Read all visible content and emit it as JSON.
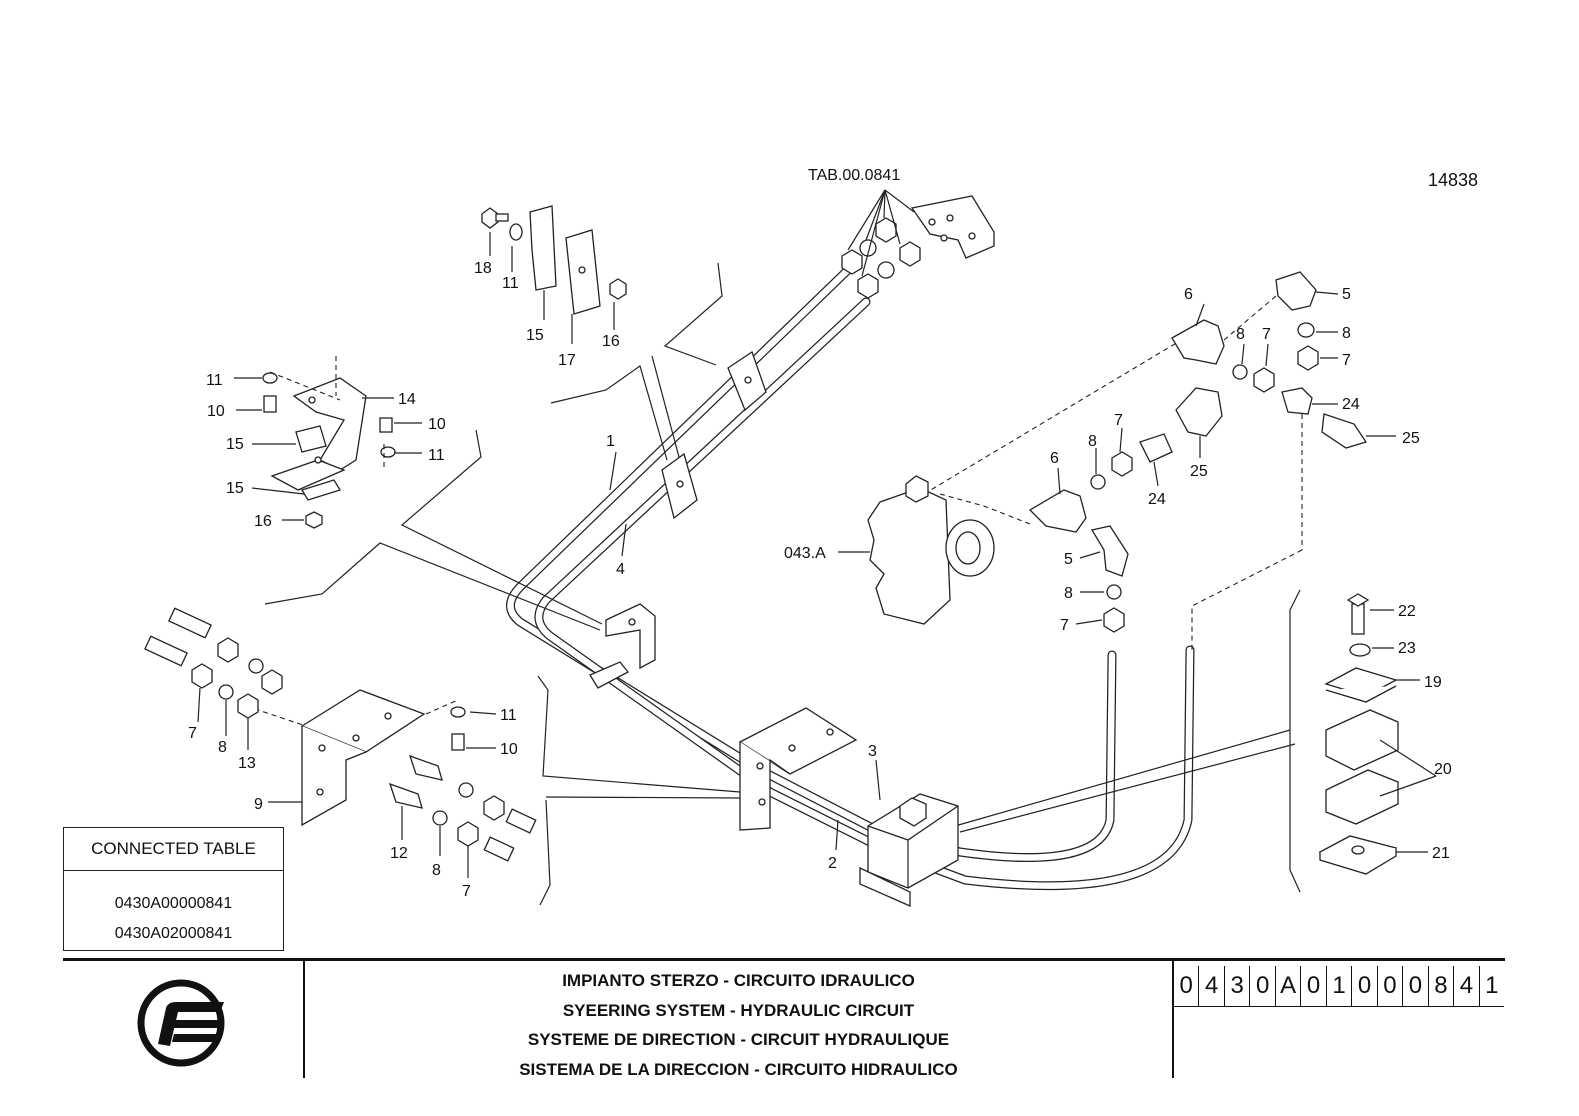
{
  "drawing_number": "14838",
  "callouts": [
    "TAB.00.0841",
    "18",
    "11",
    "15",
    "17",
    "16",
    "11",
    "14",
    "10",
    "10",
    "15",
    "11",
    "15",
    "16",
    "1",
    "4",
    "6",
    "5",
    "8",
    "7",
    "8",
    "7",
    "24",
    "25",
    "7",
    "8",
    "6",
    "25",
    "24",
    "043.A",
    "5",
    "8",
    "7",
    "3",
    "2",
    "7",
    "8",
    "13",
    "9",
    "11",
    "10",
    "12",
    "8",
    "7",
    "22",
    "23",
    "19",
    "20",
    "21"
  ],
  "connected_table": {
    "header": "CONNECTED TABLE",
    "codes": [
      "0430A00000841",
      "0430A02000841"
    ]
  },
  "title_block": {
    "titles": [
      "IMPIANTO STERZO - CIRCUITO IDRAULICO",
      "SYEERING SYSTEM - HYDRAULIC CIRCUIT",
      "SYSTEME DE DIRECTION - CIRCUIT HYDRAULIQUE",
      "SISTEMA DE LA DIRECCION - CIRCUITO HIDRAULICO"
    ],
    "table_code_chars": [
      "0",
      "4",
      "3",
      "0",
      "A",
      "0",
      "1",
      "0",
      "0",
      "0",
      "8",
      "4",
      "1"
    ],
    "logo": "company-logo-icon"
  }
}
